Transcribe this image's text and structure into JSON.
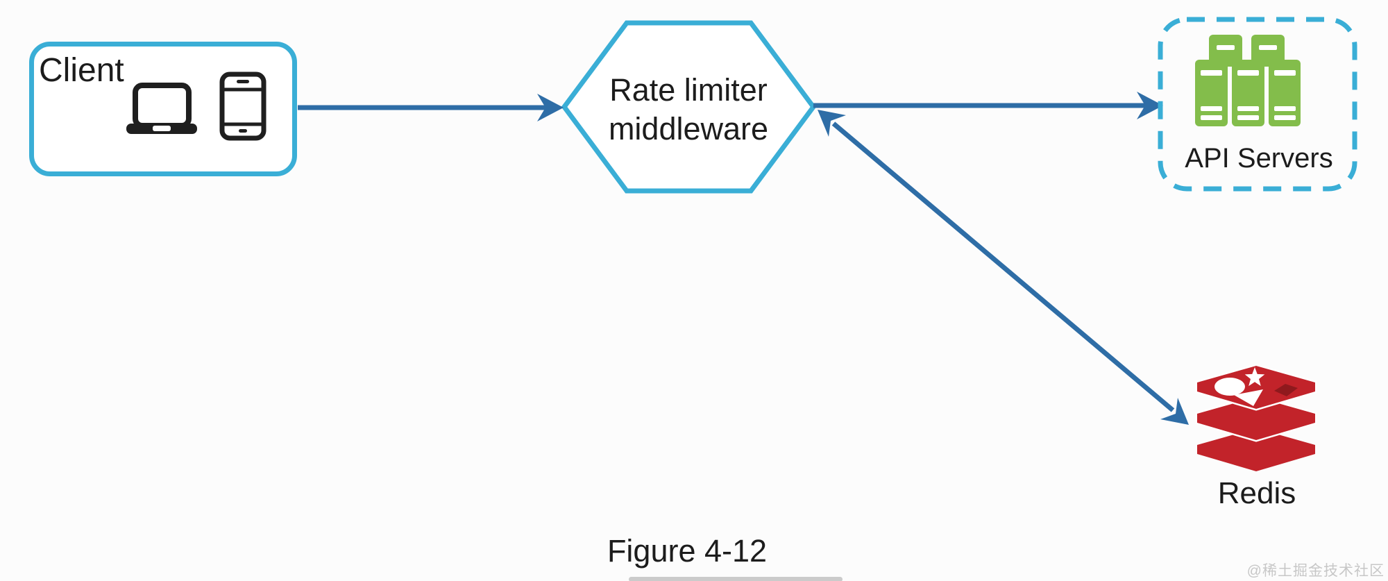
{
  "figure": {
    "caption": "Figure 4-12"
  },
  "watermark": "@稀土掘金技术社区",
  "nodes": {
    "client": {
      "label": "Client",
      "shape": "rounded-rect",
      "border": "solid-cyan"
    },
    "rate_limiter": {
      "label_line1": "Rate limiter",
      "label_line2": "middleware",
      "shape": "hexagon",
      "border": "solid-cyan"
    },
    "api_servers": {
      "label": "API Servers",
      "shape": "rounded-rect",
      "border": "dashed-cyan"
    },
    "redis": {
      "label": "Redis",
      "shape": "icon-only"
    }
  },
  "icons": {
    "client": [
      "laptop-icon",
      "smartphone-icon"
    ],
    "api_servers": "server-rack-icon",
    "redis": "redis-database-icon"
  },
  "edges": [
    {
      "id": "client-to-ratelimiter",
      "from": "Client",
      "to": "Rate limiter middleware",
      "arrows": "single",
      "style": "solid-blue"
    },
    {
      "id": "ratelimiter-to-api",
      "from": "Rate limiter middleware",
      "to": "API Servers",
      "arrows": "single",
      "style": "solid-blue"
    },
    {
      "id": "ratelimiter-redis",
      "from": "Rate limiter middleware",
      "to": "Redis",
      "arrows": "double",
      "style": "solid-blue"
    }
  ],
  "colors": {
    "bg": "#fcfcfc",
    "accent_cyan": "#3aaed6",
    "arrow_blue": "#2e6da6",
    "server_green": "#83bd4b",
    "redis_red": "#c2232a",
    "redis_dark": "#8f191d",
    "ink": "#1c1c1c",
    "device_black": "#1f1f1f",
    "watermark_gray": "#c7c7c7"
  }
}
